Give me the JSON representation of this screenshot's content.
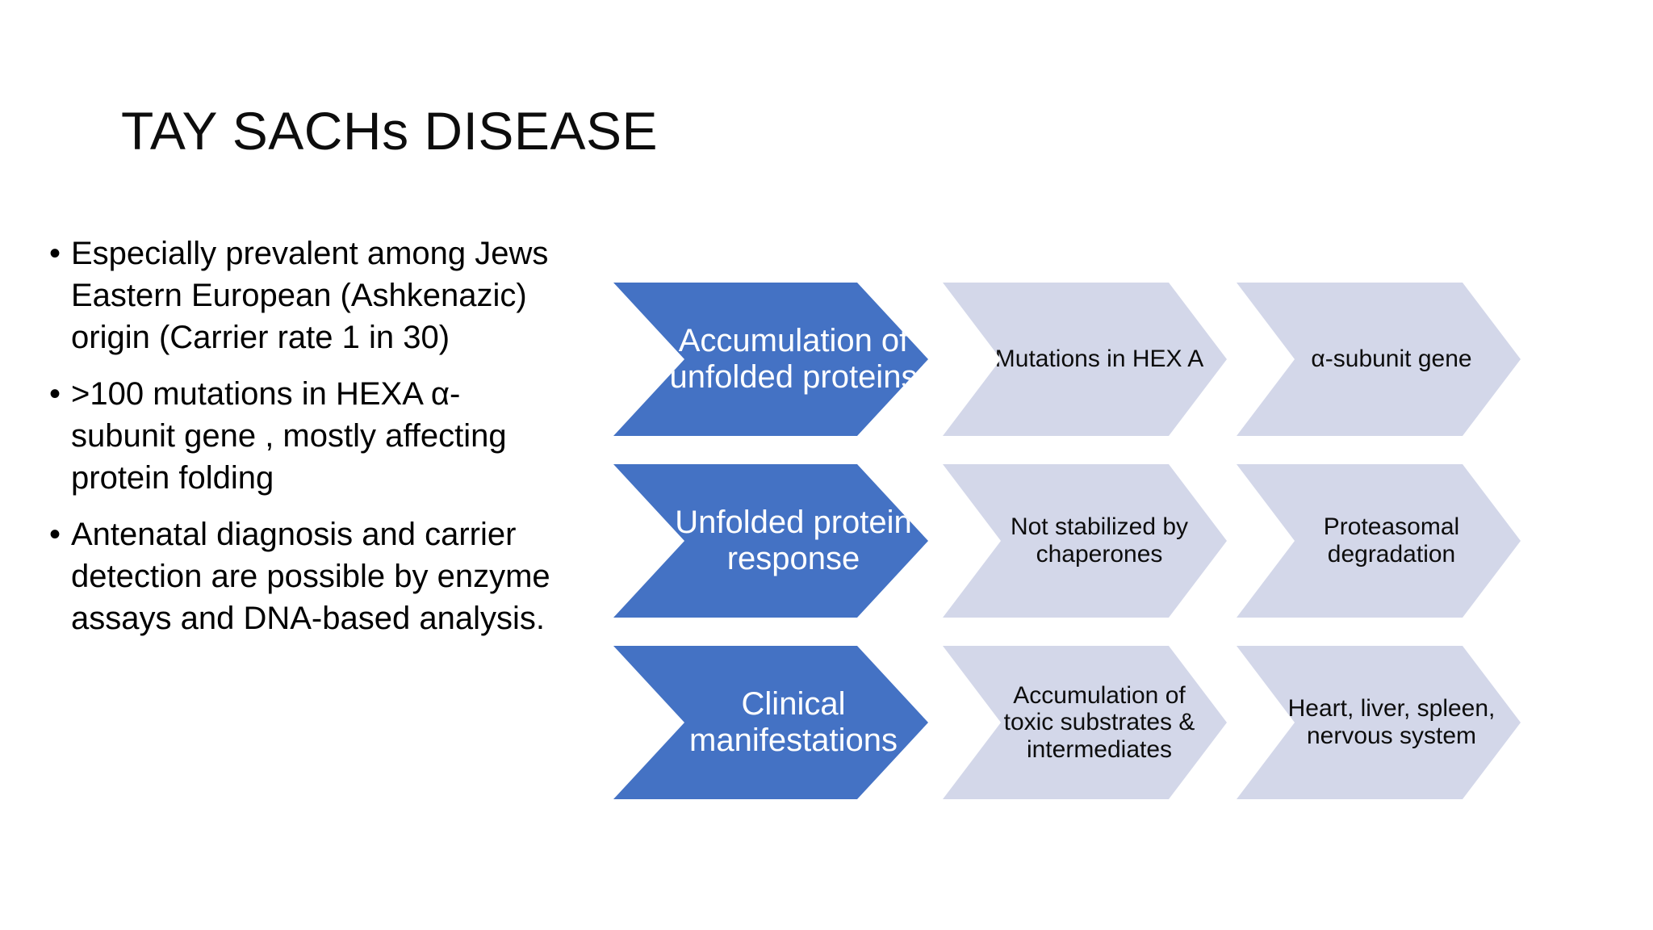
{
  "slide": {
    "title": "TAY SACHs DISEASE",
    "background_color": "#FFFFFF",
    "accent_color": "#4472C4",
    "light_accent_color": "#D3D7E9",
    "text_color": "#000000"
  },
  "bullets": {
    "marker": "•",
    "items": [
      "Especially prevalent among Jews Eastern European (Ashkenazic) origin (Carrier rate 1 in 30)",
      ">100 mutations in HEXA α-subunit gene , mostly affecting protein folding",
      "Antenatal diagnosis and carrier detection are possible by enzyme assays and DNA-based analysis."
    ]
  },
  "diagram": {
    "type": "chevron-process",
    "rows": [
      {
        "primary": "Accumulation of unfolded proteins",
        "steps": [
          "Mutations in HEX A",
          "α-subunit gene"
        ]
      },
      {
        "primary": "Unfolded protein response",
        "steps": [
          "Not stabilized by chaperones",
          "Proteasomal degradation"
        ]
      },
      {
        "primary": "Clinical manifestations",
        "steps": [
          "Accumulation of toxic substrates & intermediates",
          "Heart, liver, spleen, nervous system"
        ]
      }
    ]
  }
}
